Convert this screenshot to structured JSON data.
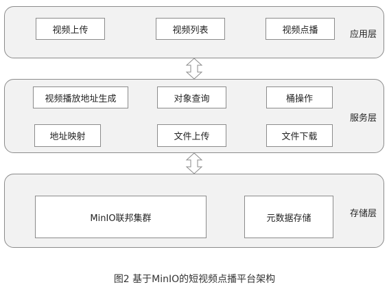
{
  "layers": {
    "app": {
      "label": "应用层",
      "boxes": [
        "视频上传",
        "视频列表",
        "视频点播"
      ]
    },
    "service": {
      "label": "服务层",
      "boxes": [
        "视频播放地址生成",
        "对象查询",
        "桶操作",
        "地址映射",
        "文件上传",
        "文件下载"
      ]
    },
    "storage": {
      "label": "存储层",
      "boxes": [
        "MinIO联邦集群",
        "元数据存储"
      ]
    }
  },
  "caption": "图2 基于MinIO的短视频点播平台架构",
  "colors": {
    "layer_fill": "#f2f2f2",
    "border": "#8a8a8a",
    "box_fill": "#ffffff"
  }
}
